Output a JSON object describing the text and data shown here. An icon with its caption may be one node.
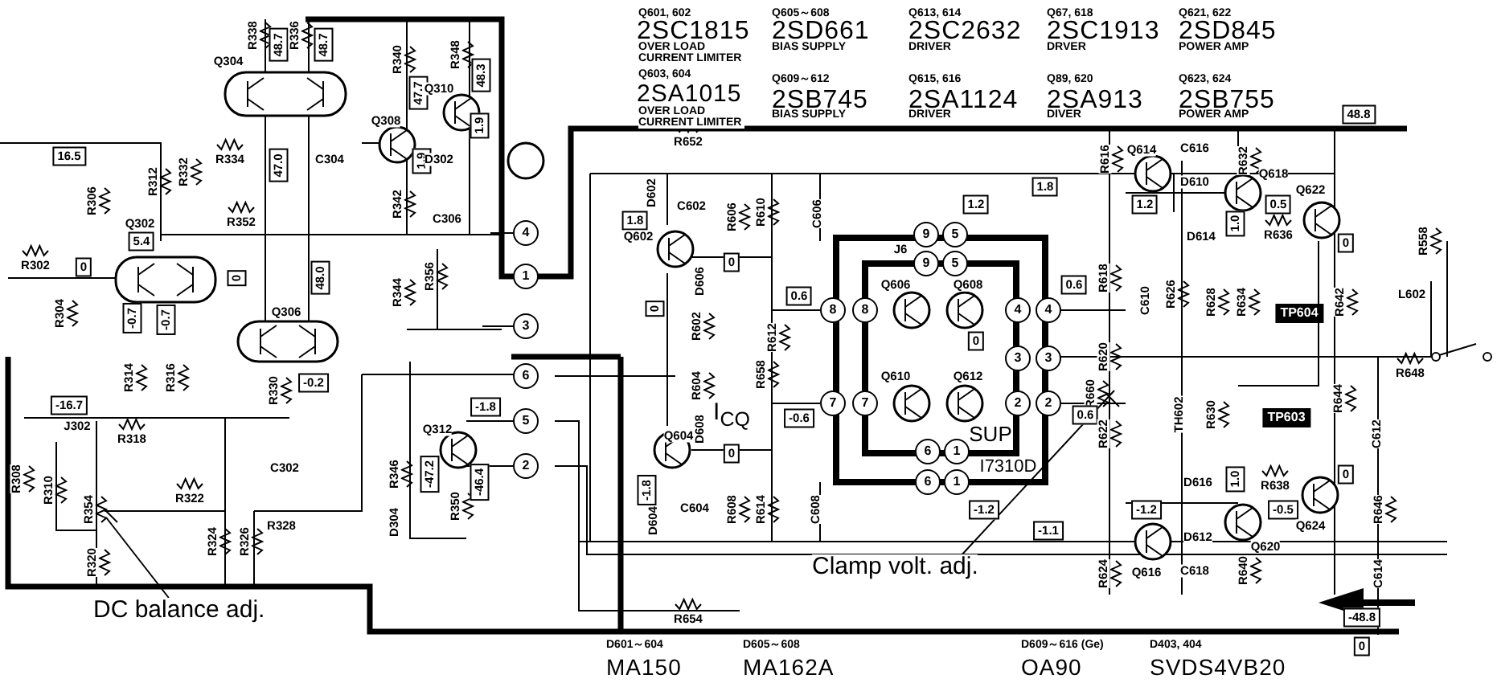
{
  "diagram": {
    "nodes": [
      {
        "text": [
          "DC balance adj."
        ]
      },
      {
        "text": [
          "Clamp volt. adj."
        ]
      },
      {
        "text": [
          "SUP",
          "I7310D"
        ]
      }
    ],
    "edges": [
      {
        "from": 0,
        "to": null,
        "arrow": "none"
      },
      {
        "from": 1,
        "to": null,
        "arrow": "none"
      }
    ],
    "labels": [
      "Q601, 602",
      "2SC1815",
      "OVER LOAD CURRENT LIMITER",
      "Q605～608",
      "2SD661",
      "BIAS SUPPLY",
      "Q613, 614",
      "2SC2632",
      "DRIVER",
      "Q67, 618",
      "2SC1913",
      "DRVER",
      "Q621, 622",
      "2SD845",
      "POWER AMP",
      "Q603, 604",
      "2SA1015",
      "OVER LOAD CURRENT LIMITER",
      "Q609～612",
      "2SB745",
      "BIAS SUPPLY",
      "Q615, 616",
      "2SA1124",
      "DRIVER",
      "Q89, 620",
      "2SA913",
      "DIVER",
      "Q623, 624",
      "2SB755",
      "POWER AMP",
      "48.8",
      "R338",
      "48.7",
      "R336",
      "48.7",
      "R340",
      "R348",
      "48.3",
      "Q304",
      "47.7",
      "Q310",
      "Q308",
      "1.9",
      "R652",
      "16.5",
      "R334",
      "C304",
      "1.9",
      "D302",
      "47.0",
      "R312",
      "R332",
      "R306",
      "R342",
      "C306",
      "Q302",
      "R352",
      "5.4",
      "R302",
      "0",
      "0",
      "48.0",
      "R344",
      "R356",
      "Q306",
      "R304",
      "-0.7",
      "-0.7",
      "D602",
      "C602",
      "R606",
      "R610",
      "C606",
      "1.8",
      "Q602",
      "1.2",
      "0",
      "D606",
      "0.6",
      "0",
      "R602",
      "R612",
      "J6",
      "Q606",
      "Q608",
      "0",
      "9",
      "5",
      "9",
      "5",
      "8",
      "8",
      "4",
      "4",
      "3",
      "3",
      "7",
      "7",
      "2",
      "2",
      "6",
      "1",
      "6",
      "1",
      "4",
      "1",
      "3",
      "6",
      "5",
      "2",
      "R616",
      "Q614",
      "C616",
      "R632",
      "Q618",
      "D610",
      "1.8",
      "0.5",
      "Q622",
      "1.2",
      "1.0",
      "D614",
      "R636",
      "0",
      "R558",
      "R618",
      "0.6",
      "C610",
      "R626",
      "R628",
      "R634",
      "R642",
      "TP604",
      "L602",
      "R620",
      "R648",
      "R314",
      "R316",
      "R330",
      "-0.2",
      "-16.7",
      "-1.8",
      "J302",
      "Q312",
      "R318",
      "R308",
      "R310",
      "C302",
      "R346",
      "-47.2",
      "-46.4",
      "R322",
      "R354",
      "R350",
      "D304",
      "R328",
      "R324",
      "R326",
      "R320",
      "R604",
      "R658",
      "Q610",
      "Q612",
      "R660",
      "R644",
      "I$_{CQ}$",
      "-0.6",
      "0.6",
      "TH602",
      "R630",
      "TP603",
      "Q604",
      "D608",
      "R622",
      "C612",
      "0",
      "0",
      "D616",
      "1.0",
      "R638",
      "-1.8",
      "D604",
      "C604",
      "R608",
      "R614",
      "C608",
      "-1.2",
      "-1.2",
      "-0.5",
      "R646",
      "-1.1",
      "D612",
      "Q624",
      "Q620",
      "Q616",
      "C618",
      "R624",
      "R640",
      "C614",
      "R654",
      "-48.8",
      "D601～604",
      "D605～608",
      "D609～616 (Ge)",
      "D403, 404",
      "0",
      "MA150",
      "MA162A",
      "OA90",
      "SVDS4VB20"
    ]
  }
}
